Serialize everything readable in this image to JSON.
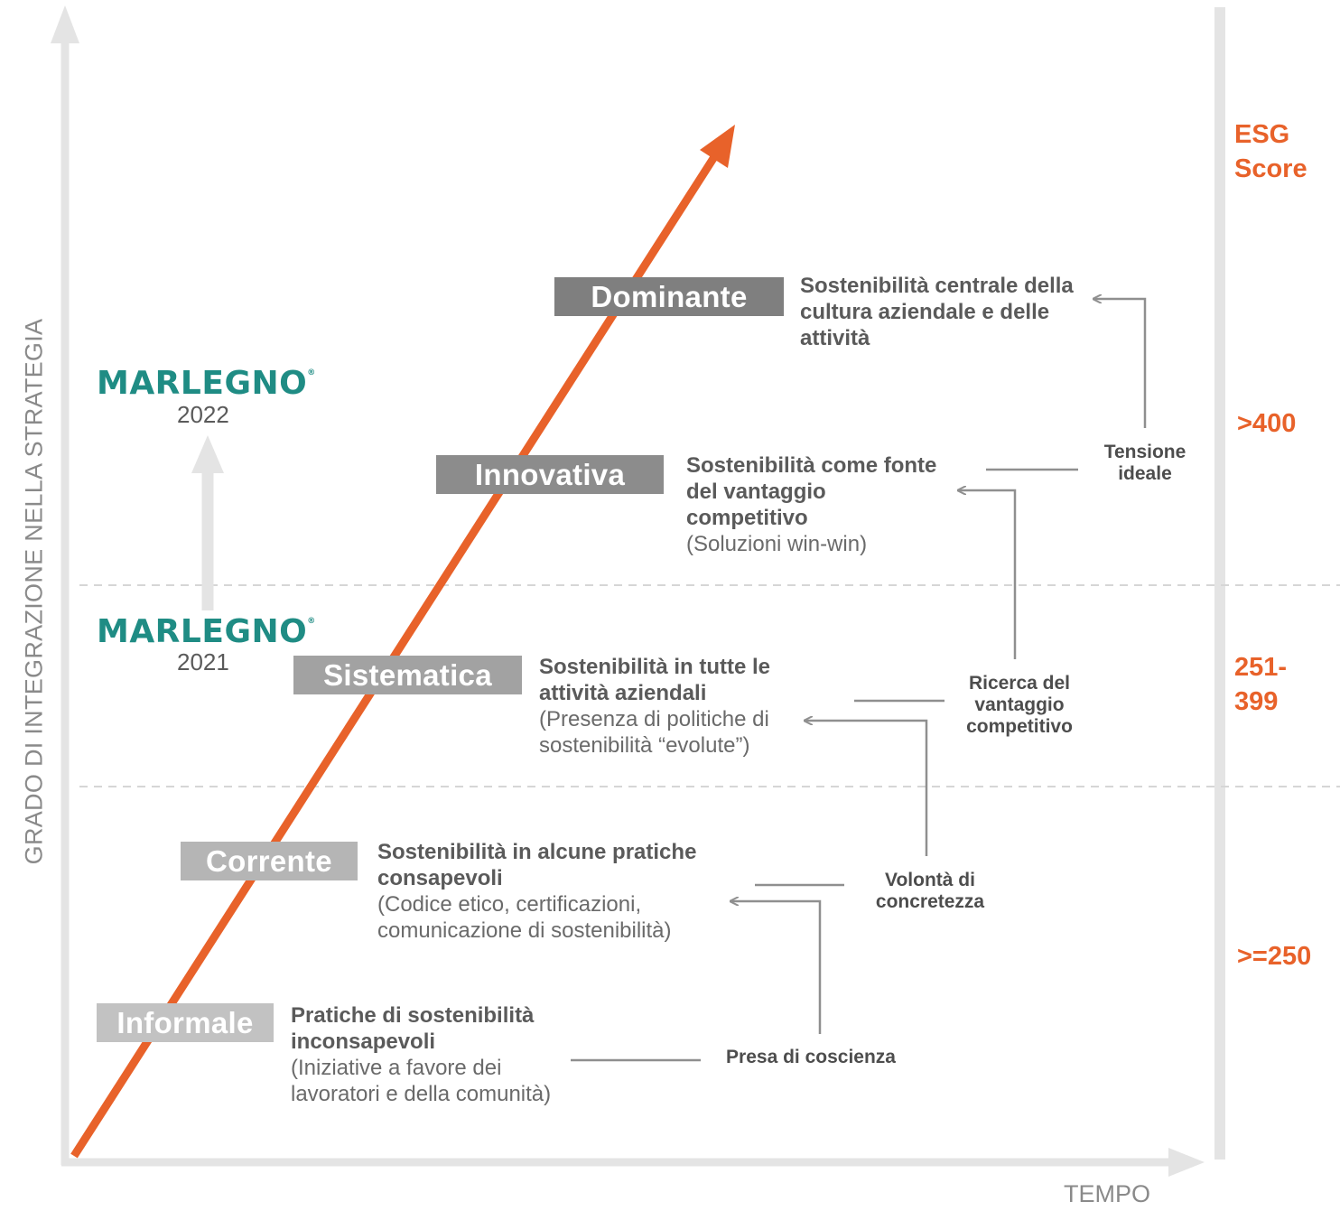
{
  "axes": {
    "y_label": "GRADO DI INTEGRAZIONE NELLA STRATEGIA",
    "x_label": "TEMPO"
  },
  "stages": [
    {
      "name": "Dominante",
      "color": "#7f7f7f",
      "description": "Sostenibilità centrale della cultura aziendale e delle attività",
      "detail": ""
    },
    {
      "name": "Innovativa",
      "color": "#8c8c8c",
      "description": "Sostenibilità come fonte del vantaggio competitivo",
      "detail": "(Soluzioni win-win)"
    },
    {
      "name": "Sistematica",
      "color": "#a2a2a2",
      "description": "Sostenibilità in tutte le attività aziendali",
      "detail": "(Presenza di politiche di sostenibilità “evolute”)"
    },
    {
      "name": "Corrente",
      "color": "#b5b5b5",
      "description": "Sostenibilità in alcune pratiche consapevoli",
      "detail": "(Codice etico, certificazioni, comunicazione di sostenibilità)"
    },
    {
      "name": "Informale",
      "color": "#c2c2c2",
      "description": "Pratiche di sostenibilità inconsapevoli",
      "detail": "(Iniziative a favore dei lavoratori e della comunità)"
    }
  ],
  "drivers": {
    "tensione": "Tensione ideale",
    "ricerca": "Ricerca del vantaggio competitivo",
    "volonta": "Volontà di concretezza",
    "presa": "Presa di coscienza"
  },
  "esg": {
    "title_line1": "ESG",
    "title_line2": "Score",
    "high": ">400",
    "mid_line1": "251-",
    "mid_line2": "399",
    "low": ">=250"
  },
  "company": {
    "logo_text": "MARLEGNO",
    "logo_mark": "®",
    "year_current": "2022",
    "year_previous": "2021"
  },
  "colors": {
    "accent": "#e8622a",
    "logo": "#1f8c84",
    "axis": "#e4e4e4",
    "connector": "#8f8f8f"
  }
}
